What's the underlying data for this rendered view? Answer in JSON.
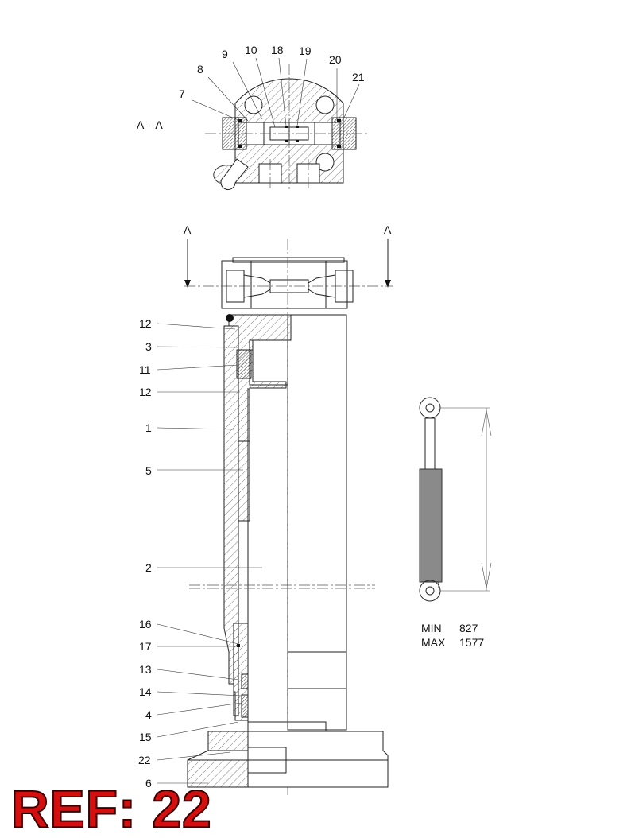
{
  "section_label": "A – A",
  "cut_markers": [
    "A",
    "A"
  ],
  "section_part_numbers": [
    "7",
    "8",
    "9",
    "10",
    "18",
    "19",
    "20",
    "21"
  ],
  "main_part_numbers": [
    "12",
    "3",
    "11",
    "12",
    "1",
    "5",
    "2",
    "16",
    "17",
    "13",
    "14",
    "4",
    "15",
    "22",
    "6"
  ],
  "stroke_table": [
    {
      "label": "MIN",
      "value": "827"
    },
    {
      "label": "MAX",
      "value": "1577"
    }
  ],
  "ref_label": "REF: 22",
  "colors": {
    "ref_text": "#d40f0f",
    "cylinder_body": "#8a8a8a"
  }
}
